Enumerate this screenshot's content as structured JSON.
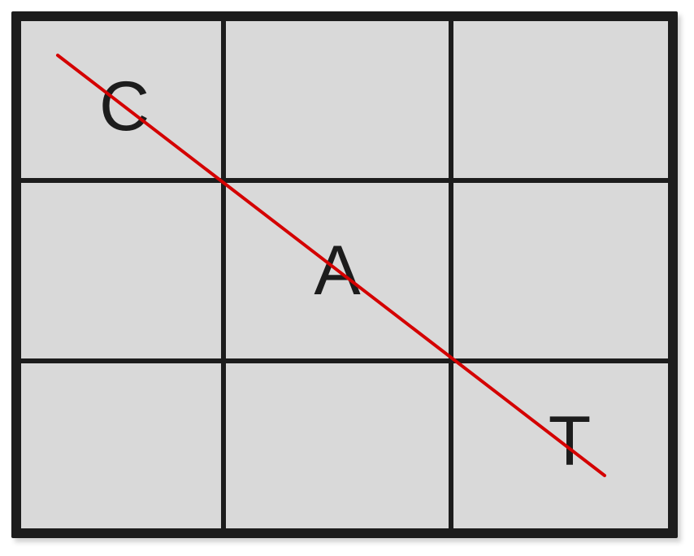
{
  "board": {
    "rows": 3,
    "cols": 3,
    "cells": [
      [
        "C",
        "",
        ""
      ],
      [
        "",
        "A",
        ""
      ],
      [
        "",
        "",
        "T"
      ]
    ]
  },
  "colors": {
    "frame": "#1c1c1c",
    "cell_background": "#d9d9d9",
    "letter": "#1c1c1c",
    "win_line": "#d40000"
  },
  "win_line": {
    "direction": "diagonal-top-left-to-bottom-right"
  }
}
